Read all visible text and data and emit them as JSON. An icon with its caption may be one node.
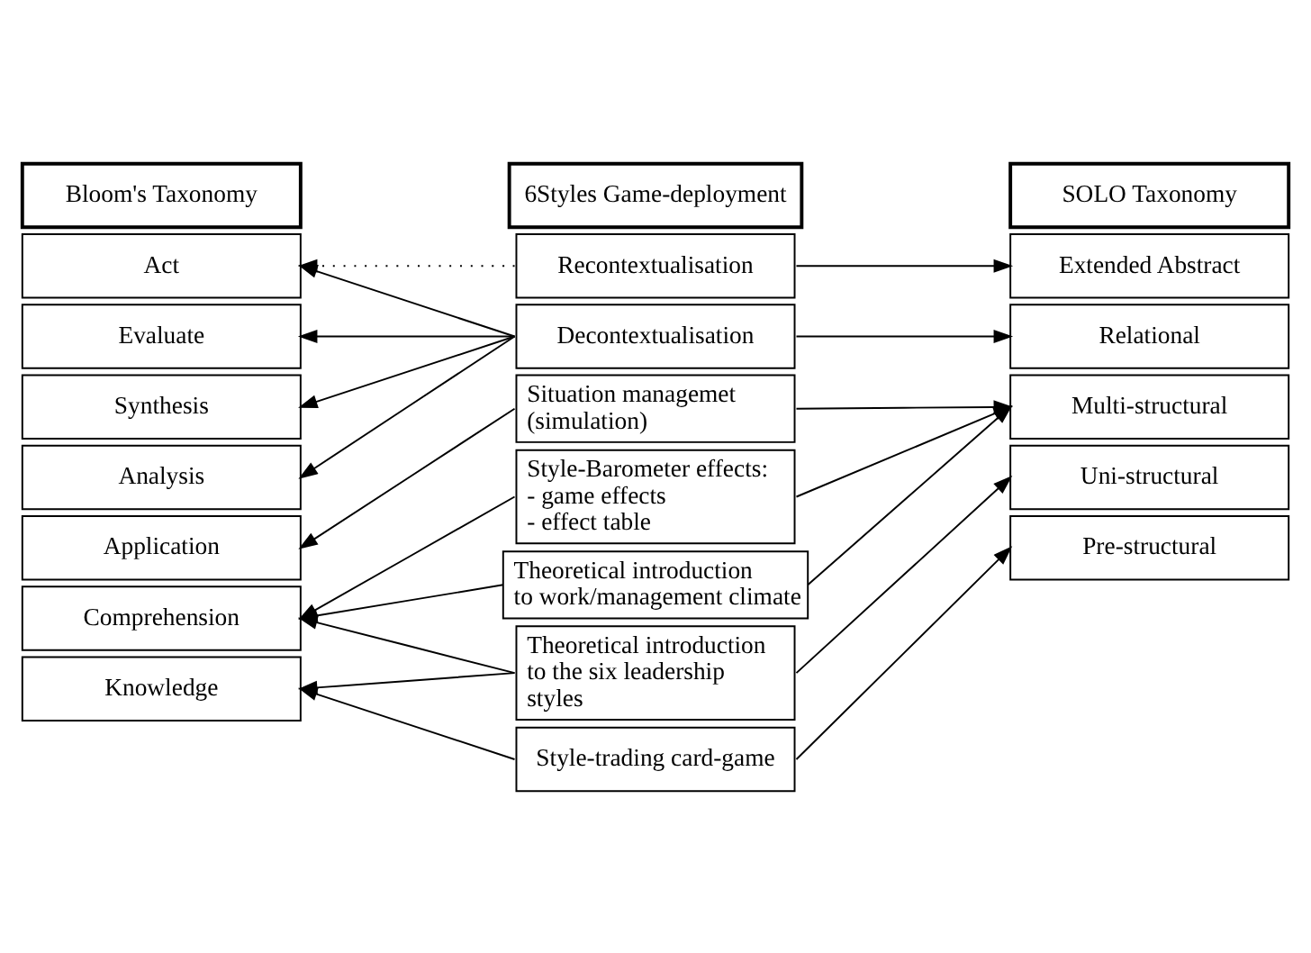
{
  "diagram": {
    "nodes": [
      {
        "text": [
          "Bloom's Taxonomy"
        ]
      },
      {
        "text": [
          "6Styles Game-deployment"
        ]
      },
      {
        "text": [
          "SOLO Taxonomy"
        ]
      },
      {
        "text": [
          "Act"
        ]
      },
      {
        "text": [
          "Evaluate"
        ]
      },
      {
        "text": [
          "Synthesis"
        ]
      },
      {
        "text": [
          "Analysis"
        ]
      },
      {
        "text": [
          "Application"
        ]
      },
      {
        "text": [
          "Comprehension"
        ]
      },
      {
        "text": [
          "Knowledge"
        ]
      },
      {
        "text": [
          "Recontextualisation"
        ]
      },
      {
        "text": [
          "Decontextualisation"
        ]
      },
      {
        "text": [
          "Situation managemet (simulation)"
        ]
      },
      {
        "text": [
          "Style-Barometer effects:",
          "- game effects",
          "- effect table"
        ]
      },
      {
        "text": [
          "Theoretical introduction to work/management climate"
        ]
      },
      {
        "text": [
          "Theoretical introduction to the six leadership styles"
        ]
      },
      {
        "text": [
          "Style-trading card-game"
        ]
      },
      {
        "text": [
          "Extended Abstract"
        ]
      },
      {
        "text": [
          "Relational"
        ]
      },
      {
        "text": [
          "Multi-structural"
        ]
      },
      {
        "text": [
          "Uni-structural"
        ]
      },
      {
        "text": [
          "Pre-structural"
        ]
      }
    ],
    "edges": [
      {
        "from": 10,
        "to": 3,
        "arrow": "to",
        "style": "dashed"
      },
      {
        "from": 11,
        "to": 3,
        "arrow": "to"
      },
      {
        "from": 11,
        "to": 4,
        "arrow": "to"
      },
      {
        "from": 11,
        "to": 5,
        "arrow": "to"
      },
      {
        "from": 11,
        "to": 6,
        "arrow": "to"
      },
      {
        "from": 12,
        "to": 7,
        "arrow": "to"
      },
      {
        "from": 13,
        "to": 8,
        "arrow": "to"
      },
      {
        "from": 14,
        "to": 8,
        "arrow": "to"
      },
      {
        "from": 15,
        "to": 8,
        "arrow": "to"
      },
      {
        "from": 15,
        "to": 9,
        "arrow": "to"
      },
      {
        "from": 16,
        "to": 9,
        "arrow": "to"
      },
      {
        "from": 10,
        "to": 17,
        "arrow": "to"
      },
      {
        "from": 11,
        "to": 18,
        "arrow": "to"
      },
      {
        "from": 12,
        "to": 19,
        "arrow": "to"
      },
      {
        "from": 13,
        "to": 19,
        "arrow": "to"
      },
      {
        "from": 14,
        "to": 19,
        "arrow": "to"
      },
      {
        "from": 15,
        "to": 20,
        "arrow": "to"
      },
      {
        "from": 16,
        "to": 21,
        "arrow": "to"
      }
    ]
  }
}
